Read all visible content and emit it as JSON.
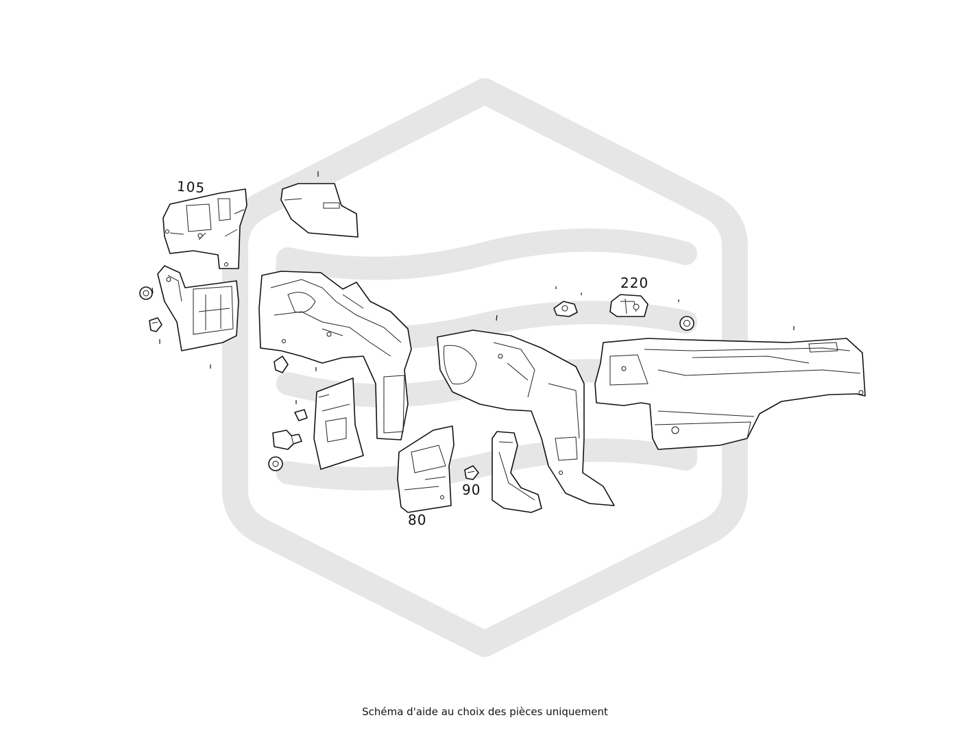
{
  "diagram": {
    "callouts": [
      {
        "id": "label-105",
        "text": "105"
      },
      {
        "id": "label-220",
        "text": "220"
      },
      {
        "id": "label-90",
        "text": "90"
      },
      {
        "id": "label-80",
        "text": "80"
      }
    ]
  },
  "footer": {
    "caption": "Schéma d'aide au choix des pièces uniquement"
  },
  "colors": {
    "watermark": "#e6e6e6",
    "line": "#111111",
    "background": "#ffffff"
  }
}
